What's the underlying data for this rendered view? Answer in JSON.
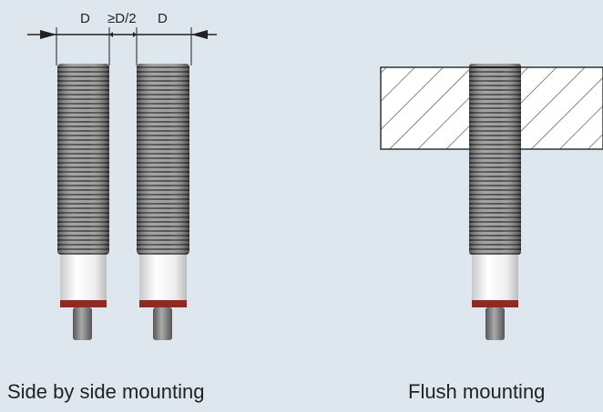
{
  "dimensions": {
    "label_left": "D",
    "label_gap": "≥D/2",
    "label_right": "D"
  },
  "captions": {
    "side_by_side": "Side by side mounting",
    "flush": "Flush mounting"
  },
  "colors": {
    "background": "#dfe7ee",
    "thread_dark": "#3e3e3e",
    "thread_light": "#9a9a9a",
    "body_white": "#f2f2f2",
    "led_red": "#9b2a22",
    "pin_grey": "#777777",
    "hatch": "#444444",
    "text": "#222222"
  }
}
